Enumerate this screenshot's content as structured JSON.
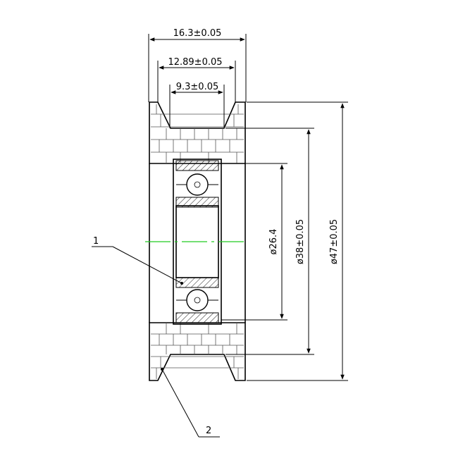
{
  "diagram": {
    "dimensions": {
      "overall_width": "16.3±0.05",
      "groove_top_width": "12.89±0.05",
      "groove_bottom_width": "9.3±0.05",
      "bore_diameter": "ø26.4",
      "groove_diameter": "ø38±0.05",
      "outer_diameter": "ø47±0.05"
    },
    "callouts": {
      "bearing": "1",
      "tire": "2"
    },
    "colors": {
      "line": "#000000",
      "center_line": "#22cc22",
      "background": "#ffffff"
    }
  }
}
